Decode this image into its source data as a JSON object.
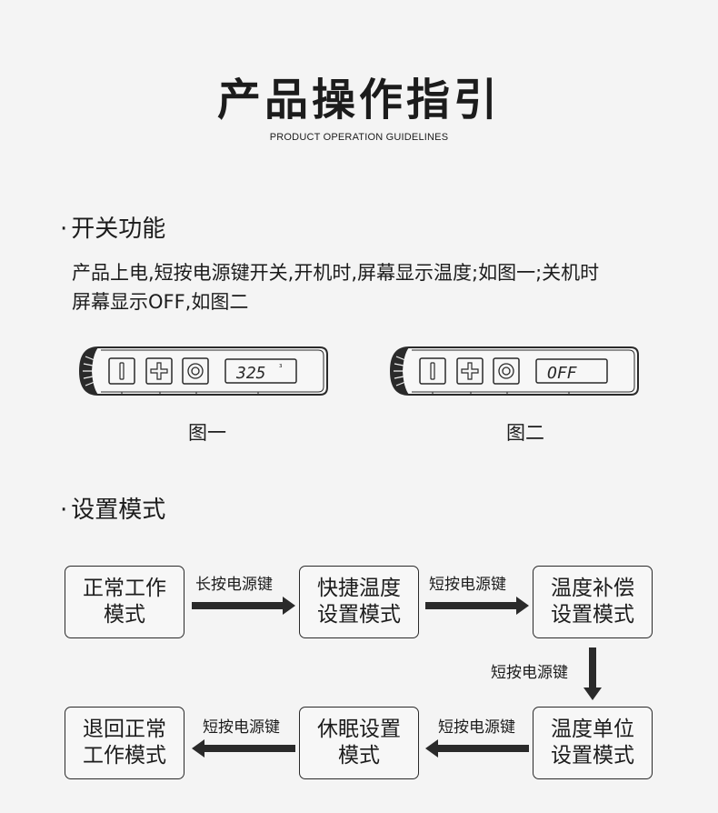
{
  "header": {
    "title": "产品操作指引",
    "subtitle": "PRODUCT OPERATION GUIDELINES"
  },
  "section1": {
    "bullet": "·",
    "heading": "开关功能",
    "line1": "产品上电,短按电源键开关,开机时,屏幕显示温度;如图一;关机时",
    "line2": "屏幕显示OFF,如图二"
  },
  "panels": [
    {
      "display": "325",
      "unit": "³",
      "caption": "图一"
    },
    {
      "display": "OFF",
      "unit": "",
      "caption": "图二"
    }
  ],
  "section2": {
    "bullet": "·",
    "heading": "设置模式"
  },
  "flow": {
    "boxes": [
      {
        "line1": "正常工作",
        "line2": "模式"
      },
      {
        "line1": "快捷温度",
        "line2": "设置模式"
      },
      {
        "line1": "温度补偿",
        "line2": "设置模式"
      },
      {
        "line1": "温度单位",
        "line2": "设置模式"
      },
      {
        "line1": "休眠设置",
        "line2": "模式"
      },
      {
        "line1": "退回正常",
        "line2": "工作模式"
      }
    ],
    "arrows": [
      {
        "label": "长按电源键"
      },
      {
        "label": "短按电源键"
      },
      {
        "label": "短按电源键"
      },
      {
        "label": "短按电源键"
      },
      {
        "label": "短按电源键"
      }
    ]
  },
  "colors": {
    "background": "#f4f4f4",
    "text": "#1c1c1c",
    "line": "#2a2a2a"
  },
  "icons": [
    "power-icon",
    "plus-icon",
    "target-icon"
  ]
}
